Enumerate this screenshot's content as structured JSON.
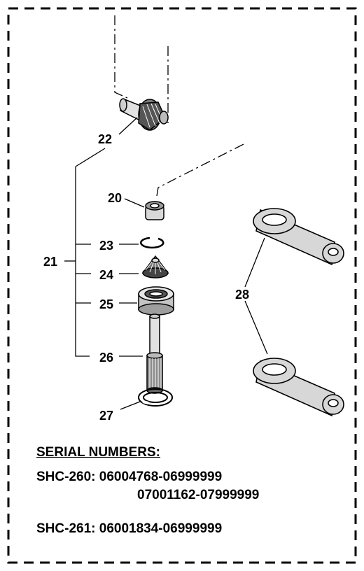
{
  "callouts": {
    "c20": "20",
    "c21": "21",
    "c22": "22",
    "c23": "23",
    "c24": "24",
    "c25": "25",
    "c26": "26",
    "c27": "27",
    "c28": "28"
  },
  "serials": {
    "heading": "SERIAL NUMBERS:",
    "rows": [
      {
        "text": "SHC-260: 06004768-06999999"
      },
      {
        "text": "07001162-07999999"
      },
      {
        "text": "SHC-261: 06001834-06999999"
      }
    ]
  }
}
